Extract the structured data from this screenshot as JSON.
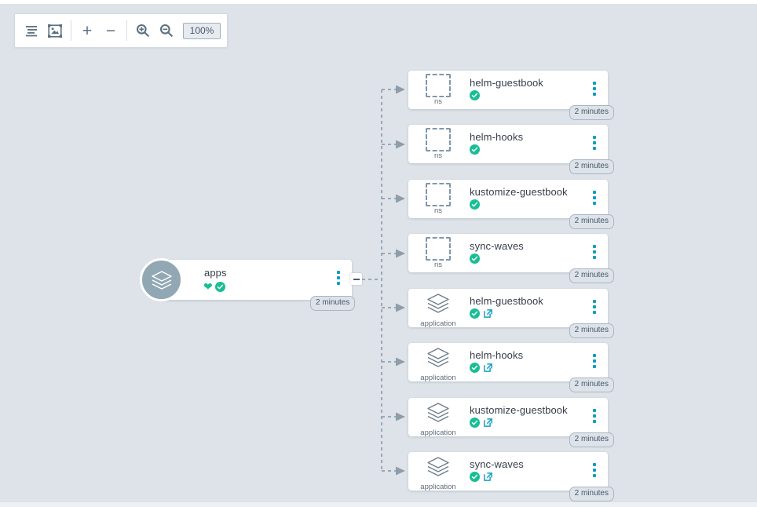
{
  "app": {
    "background_color": "#dee3e9",
    "accent_teal": "#0d9dc0",
    "status_green": "#18be94",
    "node_icon_gray": "#92a7b4"
  },
  "toolbar": {
    "items": [
      {
        "name": "align-lines-icon",
        "label": "Tree layout",
        "type": "icon"
      },
      {
        "name": "fit-to-screen-icon",
        "label": "Fit to screen",
        "type": "icon"
      },
      {
        "name": "zoom-in-plus",
        "label": "+",
        "type": "text"
      },
      {
        "name": "zoom-out-minus",
        "label": "−",
        "type": "text"
      },
      {
        "name": "magnifier-plus-icon",
        "label": "Zoom in",
        "type": "icon"
      },
      {
        "name": "magnifier-minus-icon",
        "label": "Zoom out",
        "type": "icon"
      }
    ],
    "zoom_value": "100%"
  },
  "root": {
    "title": "apps",
    "health_icon": "heart-icon",
    "sync_icon": "check-circle-icon",
    "age": "2 minutes",
    "kind_icon": "layers-icon",
    "collapse_label": "−"
  },
  "nodes": [
    {
      "title": "helm-guestbook",
      "kind": "ns",
      "icon": "dashed-box-icon",
      "age": "2 minutes",
      "has_link": false
    },
    {
      "title": "helm-hooks",
      "kind": "ns",
      "icon": "dashed-box-icon",
      "age": "2 minutes",
      "has_link": false
    },
    {
      "title": "kustomize-guestbook",
      "kind": "ns",
      "icon": "dashed-box-icon",
      "age": "2 minutes",
      "has_link": false
    },
    {
      "title": "sync-waves",
      "kind": "ns",
      "icon": "dashed-box-icon",
      "age": "2 minutes",
      "has_link": false
    },
    {
      "title": "helm-guestbook",
      "kind": "application",
      "icon": "layers-icon",
      "age": "2 minutes",
      "has_link": true
    },
    {
      "title": "helm-hooks",
      "kind": "application",
      "icon": "layers-icon",
      "age": "2 minutes",
      "has_link": true
    },
    {
      "title": "kustomize-guestbook",
      "kind": "application",
      "icon": "layers-icon",
      "age": "2 minutes",
      "has_link": true
    },
    {
      "title": "sync-waves",
      "kind": "application",
      "icon": "layers-icon",
      "age": "2 minutes",
      "has_link": true
    }
  ]
}
